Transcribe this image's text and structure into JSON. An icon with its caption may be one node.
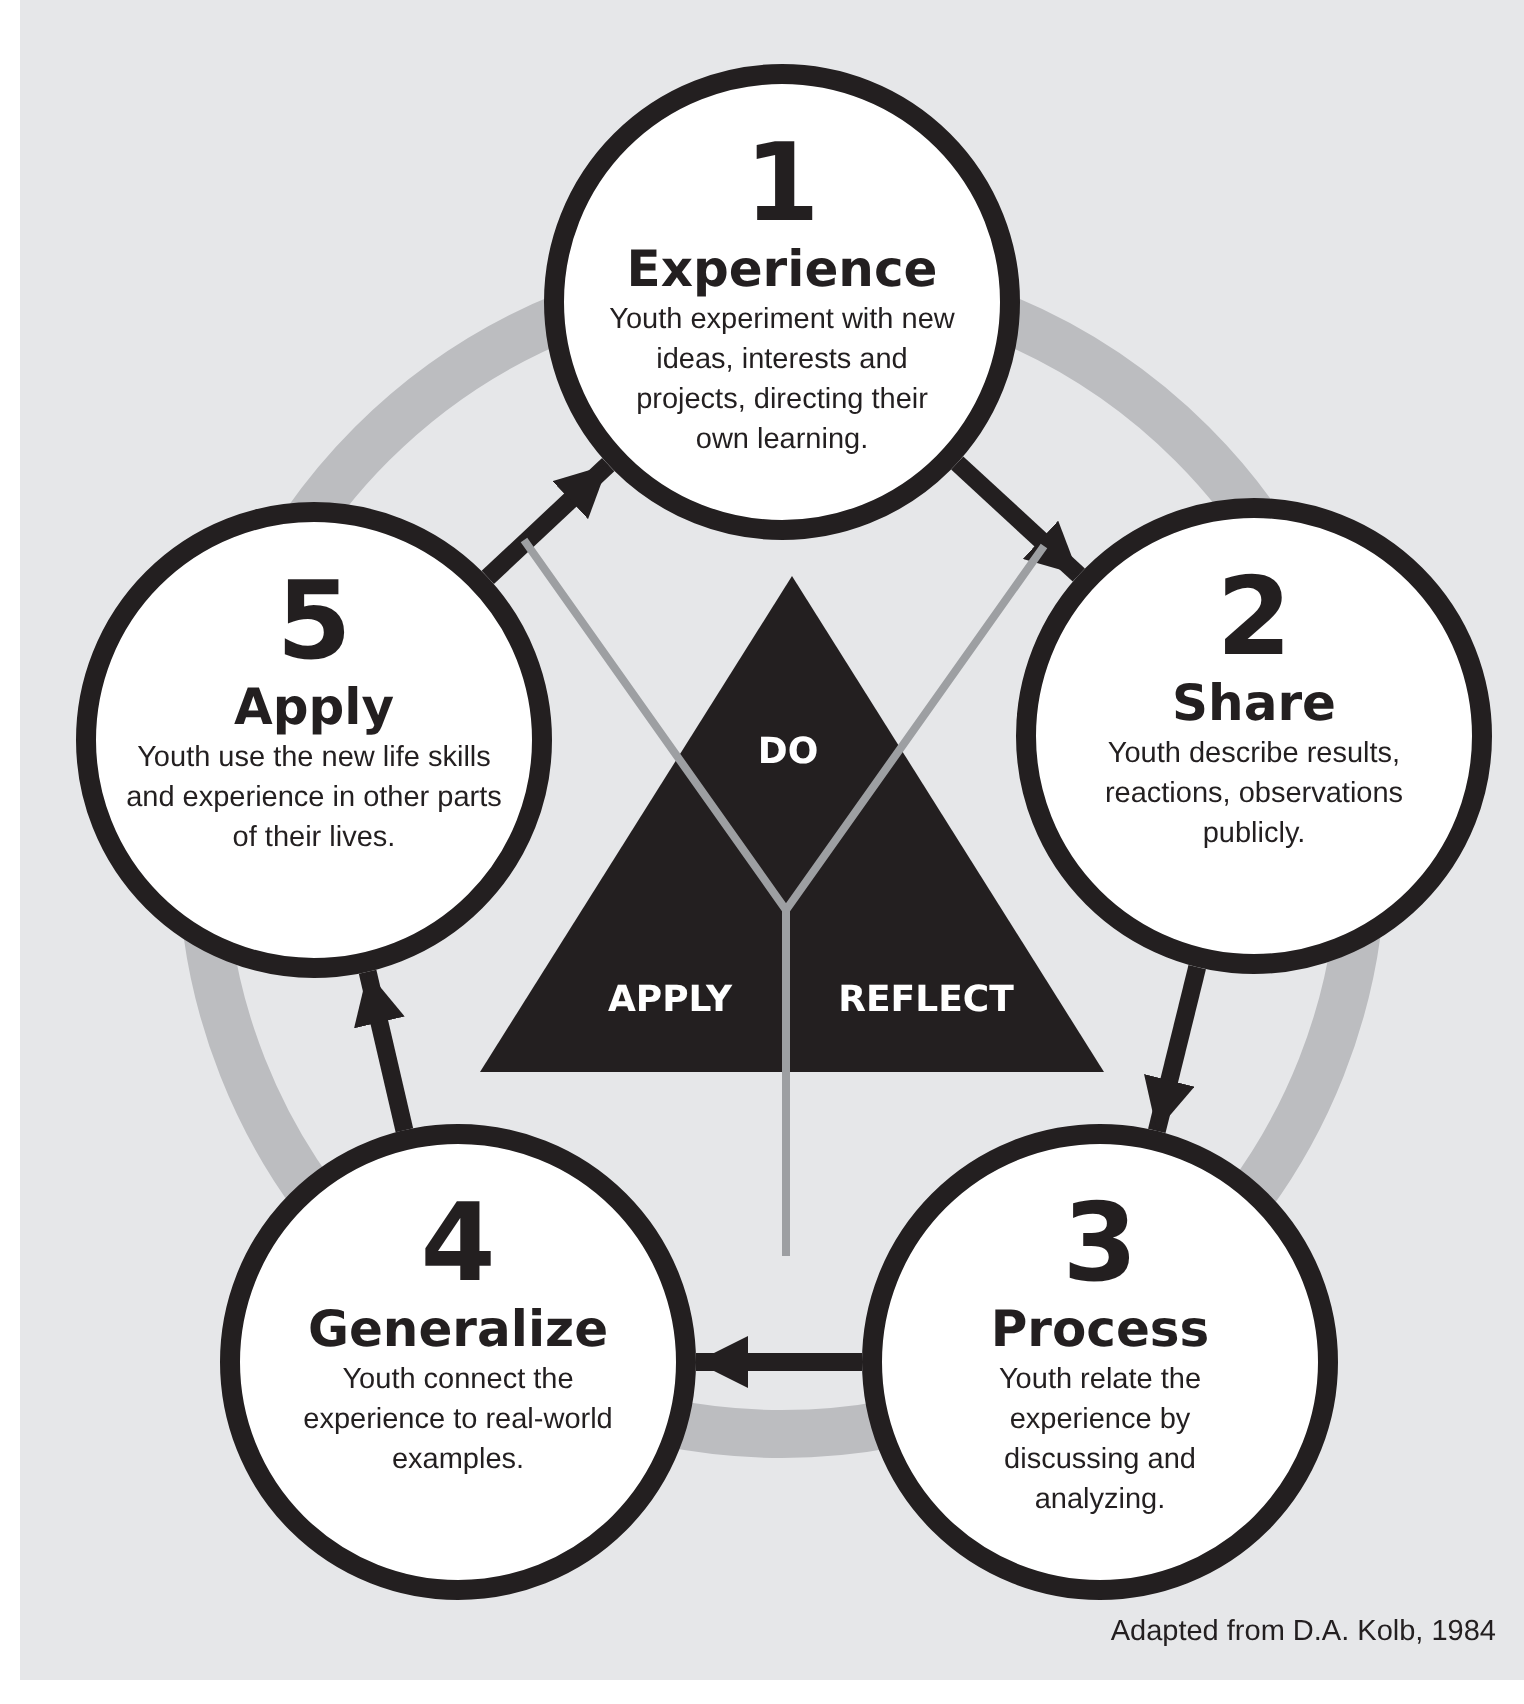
{
  "diagram": {
    "caption": "Adapted from D.A. Kolb, 1984",
    "nodes": [
      {
        "text": [
          "1",
          "Experience",
          "Youth experiment with new ideas, interests and projects, directing their own learning."
        ]
      },
      {
        "text": [
          "2",
          "Share",
          "Youth describe results, reactions, observations publicly."
        ]
      },
      {
        "text": [
          "3",
          "Process",
          "Youth relate the experience by discussing and analyzing."
        ]
      },
      {
        "text": [
          "4",
          "Generalize",
          "Youth connect the experience to real-world examples."
        ]
      },
      {
        "text": [
          "5",
          "Apply",
          "Youth use the new life skills and experience in other parts of their lives."
        ]
      },
      {
        "text": [
          "DO",
          "APPLY",
          "REFLECT"
        ]
      }
    ],
    "edges": [
      {
        "from": 0,
        "to": 1,
        "arrow": "to"
      },
      {
        "from": 1,
        "to": 2,
        "arrow": "to"
      },
      {
        "from": 2,
        "to": 3,
        "arrow": "to"
      },
      {
        "from": 3,
        "to": 4,
        "arrow": "to"
      },
      {
        "from": 4,
        "to": 0,
        "arrow": "to"
      }
    ]
  }
}
